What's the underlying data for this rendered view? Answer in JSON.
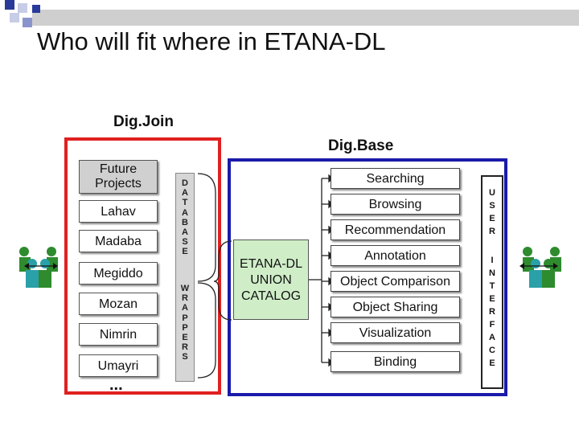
{
  "title": "Who will fit where in ETANA-DL",
  "regions": {
    "join_label": "Dig.Join",
    "base_label": "Dig.Base"
  },
  "projects": [
    "Future Projects",
    "Lahav",
    "Madaba",
    "Megiddo",
    "Mozan",
    "Nimrin",
    "Umayri"
  ],
  "ellipsis": "...",
  "data_wrappers": {
    "part1": [
      "D",
      "A",
      "T",
      "A",
      "B",
      "A",
      "S",
      "E"
    ],
    "part2": [
      "W",
      "R",
      "A",
      "P",
      "P",
      "E",
      "R",
      "S"
    ]
  },
  "catalog": [
    "ETANA-DL",
    "UNION",
    "CATALOG"
  ],
  "services": [
    "Searching",
    "Browsing",
    "Recommendation",
    "Annotation",
    "Object Comparison",
    "Object Sharing",
    "Visualization",
    "Binding"
  ],
  "user_interface": {
    "part1": [
      "U",
      "S",
      "E",
      "R"
    ],
    "part2": [
      "I",
      "N",
      "T",
      "E",
      "R",
      "F",
      "A",
      "C",
      "E"
    ]
  },
  "colors": {
    "dig_join_border": "#e02020",
    "dig_base_border": "#1a1aaa",
    "catalog_fill": "#cfeec8",
    "wrapper_fill": "#d6d6d6",
    "people_green": "#2e8b2e",
    "people_teal": "#2aa0a8"
  },
  "icons": [
    "users-icon-left",
    "users-icon-right"
  ]
}
